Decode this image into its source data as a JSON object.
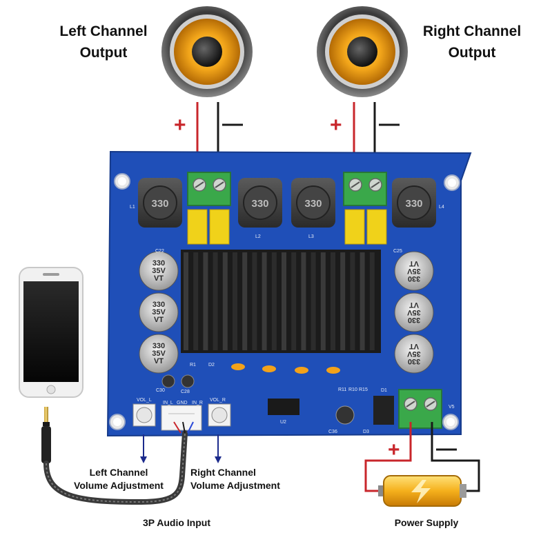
{
  "labels": {
    "left_output_line1": "Left Channel",
    "left_output_line2": "Output",
    "right_output_line1": "Right Channel",
    "right_output_line2": "Output",
    "left_vol_line1": "Left Channel",
    "left_vol_line2": "Volume Adjustment",
    "right_vol_line1": "Right Channel",
    "right_vol_line2": "Volume Adjustment",
    "audio_input": "3P Audio Input",
    "power_supply": "Power Supply"
  },
  "polarity": {
    "plus": "+",
    "minus": "—"
  },
  "board": {
    "inductor_text": "330",
    "capacitor_lines": [
      "330",
      "35V",
      "VT"
    ],
    "silk": {
      "l1": "L1",
      "l2": "L2",
      "l3": "L3",
      "l4": "L4",
      "c22": "C22",
      "c25": "C25",
      "c30": "C30",
      "c28": "C28",
      "c36": "C36",
      "vol_l": "VOL_L",
      "vol_r": "VOL_R",
      "in_l": "IN_L",
      "gnd": "GND",
      "in_r": "IN_R",
      "u2": "U2",
      "v5": "V5",
      "d1": "D1",
      "d3": "D3",
      "r1": "R1",
      "d2": "D2",
      "r11": "R11",
      "r10": "R10",
      "r15": "R15"
    }
  },
  "colors": {
    "board_blue": "#1f4fb8",
    "wire_red": "#c8262b",
    "wire_black": "#1a1a1a",
    "terminal_green": "#3aa84a",
    "speaker_yellow": "#f2a51a",
    "arrow_navy": "#1b2a8c"
  }
}
